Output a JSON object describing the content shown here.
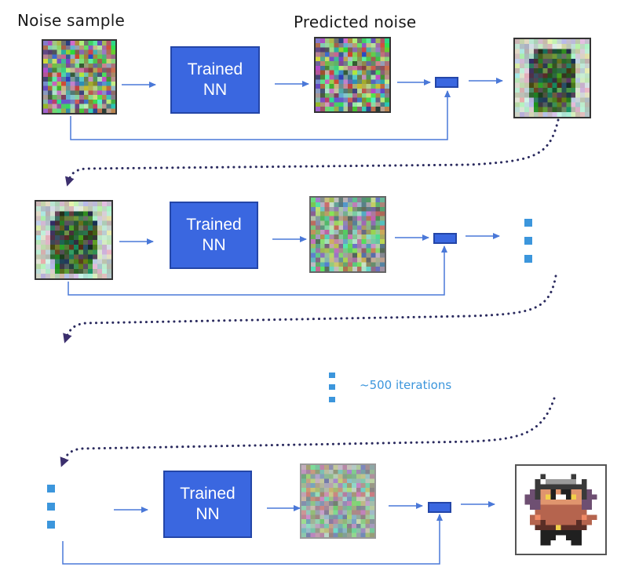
{
  "labels": {
    "noise_sample": "Noise sample",
    "predicted_noise": "Predicted noise",
    "iterations": "~500 iterations"
  },
  "network": {
    "line1": "Trained",
    "line2": "NN"
  },
  "colors": {
    "nn_fill": "#3a67e0",
    "nn_border": "#2446a8",
    "arrow": "#4a78d8",
    "loop_dots": "#2a2a5e",
    "ellipsis": "#3c96dc"
  },
  "rows": [
    {
      "input": "noise-sample",
      "noise": "predicted-noise",
      "output": "denoised-step-1"
    },
    {
      "input": "denoised-step-1",
      "noise": "predicted-noise",
      "output": "ellipsis"
    },
    {
      "input": "ellipsis",
      "noise": "predicted-noise",
      "output": "final-sprite"
    }
  ],
  "icons": {
    "subtract": "subtract-icon",
    "continuation": "ellipsis-icon",
    "loop_back": "loop-arrow-icon"
  }
}
